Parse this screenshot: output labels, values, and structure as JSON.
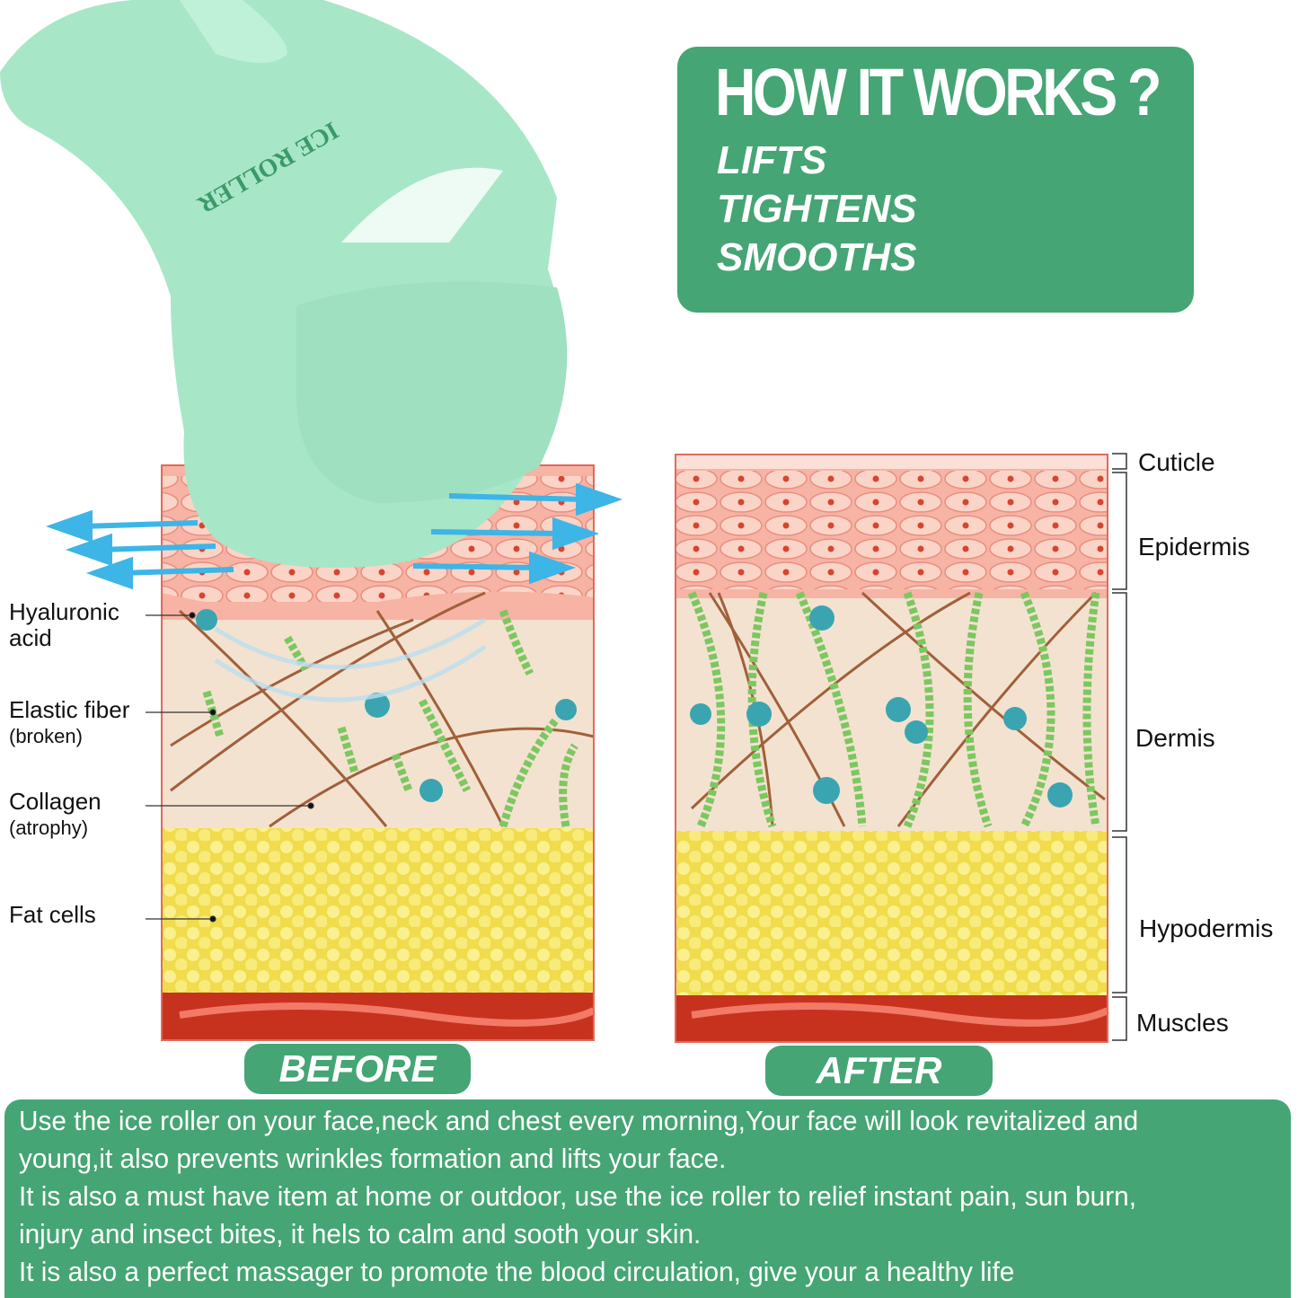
{
  "header": {
    "title": "HOW IT WORKS ?",
    "benefits": [
      "LIFTS",
      "TIGHTENS",
      "SMOOTHS"
    ]
  },
  "product": {
    "brand_text": "ICE ROLLER"
  },
  "before_labels": [
    {
      "label": "Hyaluronic acid",
      "sub": ""
    },
    {
      "label": "Elastic fiber",
      "sub": "(broken)"
    },
    {
      "label": "Collagen",
      "sub": "(atrophy)"
    },
    {
      "label": "Fat cells",
      "sub": ""
    }
  ],
  "layer_labels": [
    "Cuticle",
    "Epidermis",
    "Dermis",
    "Hypodermis",
    "Muscles"
  ],
  "panels": {
    "before": "BEFORE",
    "after": "AFTER"
  },
  "description": [
    "Use the ice roller on your face,neck and chest every morning,Your face will look revitalized and",
    "young,it also prevents wrinkles formation and lifts your face.",
    "It is also a must have item at home or outdoor, use the ice roller to relief instant pain, sun burn,",
    "injury and insect bites, it hels to calm and sooth your skin.",
    "It is also a perfect massager to promote the blood circulation, give your a healthy life"
  ],
  "colors": {
    "accent": "#45a574",
    "roller": "#a8e6c8",
    "epidermis": "#f7b3a4",
    "dermis": "#f3e2d0",
    "fat": "#f3e46a",
    "muscle": "#c7321f",
    "arrow": "#3db5e6"
  }
}
